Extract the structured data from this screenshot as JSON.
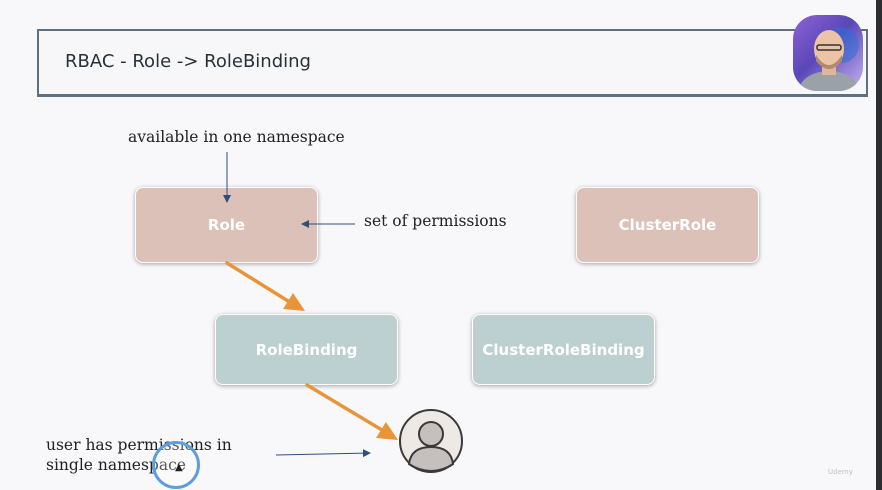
{
  "slide": {
    "title": "RBAC - Role -> RoleBinding"
  },
  "boxes": {
    "role": "Role",
    "cluster_role": "ClusterRole",
    "role_binding": "RoleBinding",
    "cluster_role_binding": "ClusterRoleBinding"
  },
  "annotations": {
    "namespace_note": "available in one namespace",
    "permissions_note": "set of permissions",
    "user_note_line1": "user has permissions in",
    "user_note_line2": "single namespace"
  },
  "watermark": "Udemy",
  "colors": {
    "role_fill": "#dbc1b7",
    "binding_fill": "#bcd0d2",
    "arrow_orange": "#e8953a",
    "arrow_blue": "#2d4f7c",
    "title_border": "#5e7183"
  }
}
